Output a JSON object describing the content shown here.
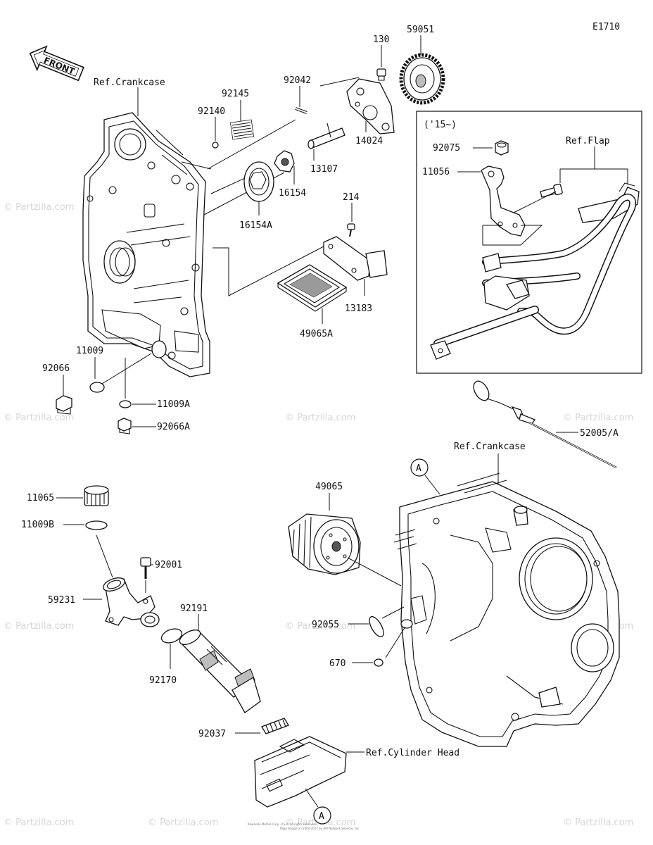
{
  "diagram_code": "E1710",
  "front_label": "FRONT",
  "ref_labels": {
    "crankcase_top": "Ref.Crankcase",
    "crankcase_bottom": "Ref.Crankcase",
    "flap": "Ref.Flap",
    "cylinder_head": "Ref.Cylinder Head"
  },
  "inset_label": "('15~)",
  "callout_letter": "A",
  "parts": {
    "p130": "130",
    "p59051": "59051",
    "p92042": "92042",
    "p92145": "92145",
    "p92140": "92140",
    "p13107": "13107",
    "p14024": "14024",
    "p16154": "16154",
    "p16154A": "16154A",
    "p214": "214",
    "p13183": "13183",
    "p49065A": "49065A",
    "p92075": "92075",
    "p11056": "11056",
    "p11009": "11009",
    "p11009A": "11009A",
    "p92066": "92066",
    "p92066A": "92066A",
    "p52005A": "52005/A",
    "p49065": "49065",
    "p11065": "11065",
    "p11009B": "11009B",
    "p92001": "92001",
    "p59231": "59231",
    "p92191": "92191",
    "p92170": "92170",
    "p92055": "92055",
    "p670": "670",
    "p92037": "92037"
  },
  "watermark": "© Partzilla.com",
  "copyright_lines": [
    "Kawasaki Motors Corp. U.S.A. All rights reserved.",
    "Page design (c) 2004-2017 by ARI Network Services, Inc."
  ]
}
